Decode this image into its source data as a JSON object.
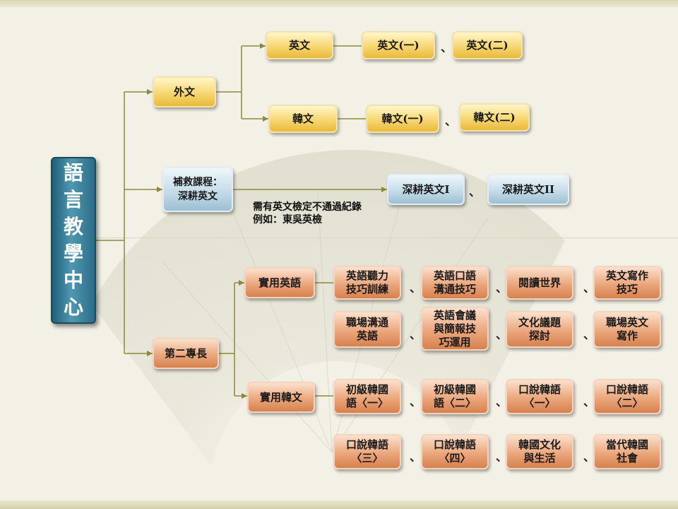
{
  "root": {
    "chars": [
      "語",
      "言",
      "教",
      "學",
      "中",
      "心"
    ]
  },
  "foreign": {
    "label": "外文",
    "english": {
      "label": "英文",
      "courses": [
        "英文(一)",
        "英文(二)"
      ]
    },
    "korean": {
      "label": "韓文",
      "courses": [
        "韓文(一)",
        "韓文(二)"
      ]
    }
  },
  "remedial": {
    "label_line1": "補救課程：",
    "label_line2": "深耕英文",
    "note_line1": "需有英文檢定不通過紀錄",
    "note_line2": "例如：東吳英檢",
    "courses": [
      "深耕英文I",
      "深耕英文II"
    ]
  },
  "second": {
    "label": "第二專長",
    "english": {
      "label": "實用英語",
      "row1": [
        [
          "英語聽力",
          "技巧訓練"
        ],
        [
          "英語口語",
          "溝通技巧"
        ],
        [
          "閱讀世界"
        ],
        [
          "英文寫作",
          "技巧"
        ]
      ],
      "row2": [
        [
          "職場溝通",
          "英語"
        ],
        [
          "英語會議",
          "與簡報技",
          "巧運用"
        ],
        [
          "文化議題",
          "探討"
        ],
        [
          "職場英文",
          "寫作"
        ]
      ]
    },
    "korean": {
      "label": "實用韓文",
      "row1": [
        [
          "初級韓國",
          "語〈一〉"
        ],
        [
          "初級韓國",
          "語〈二〉"
        ],
        [
          "口說韓語",
          "〈一〉"
        ],
        [
          "口說韓語",
          "〈二〉"
        ]
      ],
      "row2": [
        [
          "口說韓語",
          "〈三〉"
        ],
        [
          "口說韓語",
          "〈四〉"
        ],
        [
          "韓國文化",
          "與生活"
        ],
        [
          "當代韓國",
          "社會"
        ]
      ]
    }
  },
  "separator": "、",
  "colors": {
    "yellow": "#f7d772",
    "blue": "#c5dde9",
    "orange": "#eba77c",
    "root": "#2c6c86",
    "line": "#8c8a3a"
  }
}
